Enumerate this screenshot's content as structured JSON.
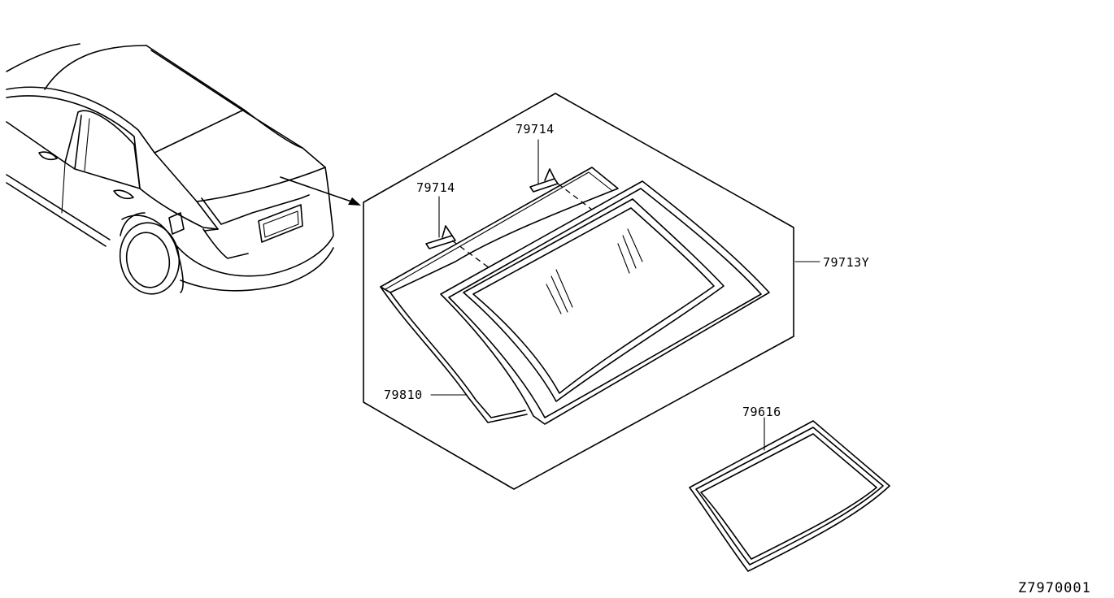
{
  "parts": [
    {
      "id": "clip_a",
      "part_number": "79714"
    },
    {
      "id": "clip_b",
      "part_number": "79714"
    },
    {
      "id": "glass_kit",
      "part_number": "79713Y"
    },
    {
      "id": "dam_rubber",
      "part_number": "79810"
    },
    {
      "id": "weatherstrip",
      "part_number": "79616"
    }
  ],
  "diagram_code": "Z7970001",
  "colors": {
    "line": "#000000",
    "background": "#ffffff"
  }
}
